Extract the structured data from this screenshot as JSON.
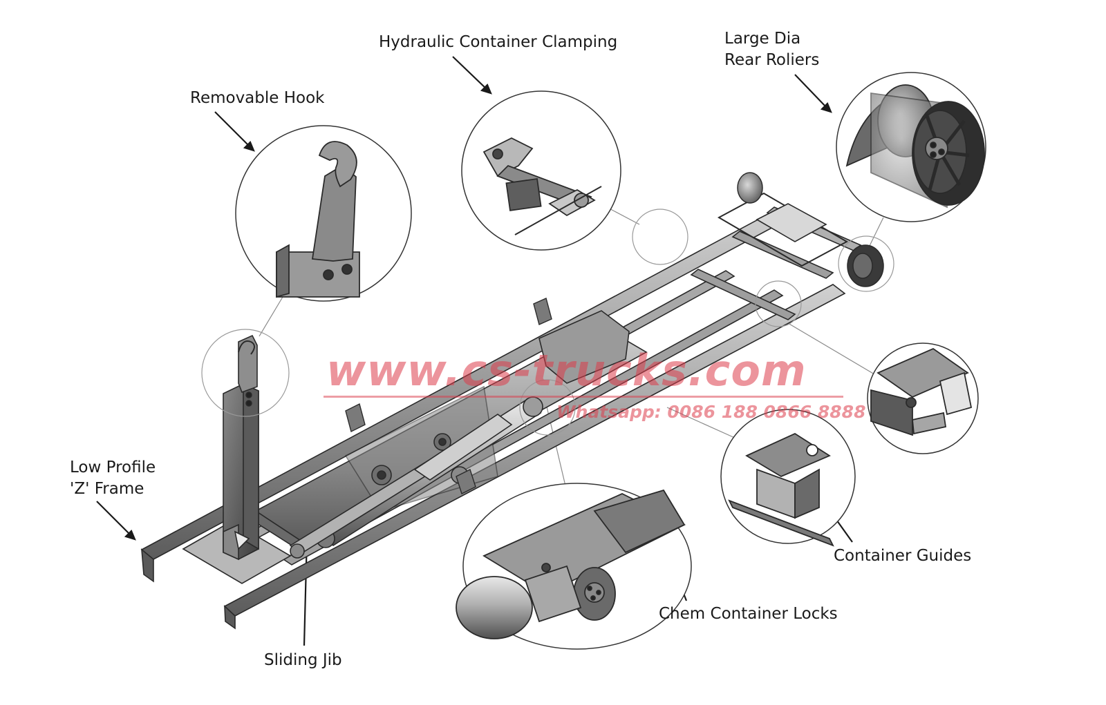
{
  "labels": {
    "hydraulic_clamping": "Hydraulic Container Clamping",
    "large_dia_line1": "Large Dia",
    "large_dia_line2": "Rear Roliers",
    "removable_hook": "Removable Hook",
    "low_profile_line1": "Low Profile",
    "low_profile_line2": "'Z' Frame",
    "container_guides": "Container Guides",
    "chem_locks": "Chem Container Locks",
    "sliding_jib": "Sliding Jib"
  },
  "watermark": {
    "url": "www.cs-trucks.com",
    "phone": "Whatsapp: 0086 188 0866 8888",
    "color": "#dc3c4b"
  },
  "colors": {
    "steel": "#8f8f8f",
    "steel_dark": "#4a4a4a",
    "steel_light": "#c4c4c4",
    "outline": "#2a2a2a",
    "leader": "#7a7a7a"
  }
}
